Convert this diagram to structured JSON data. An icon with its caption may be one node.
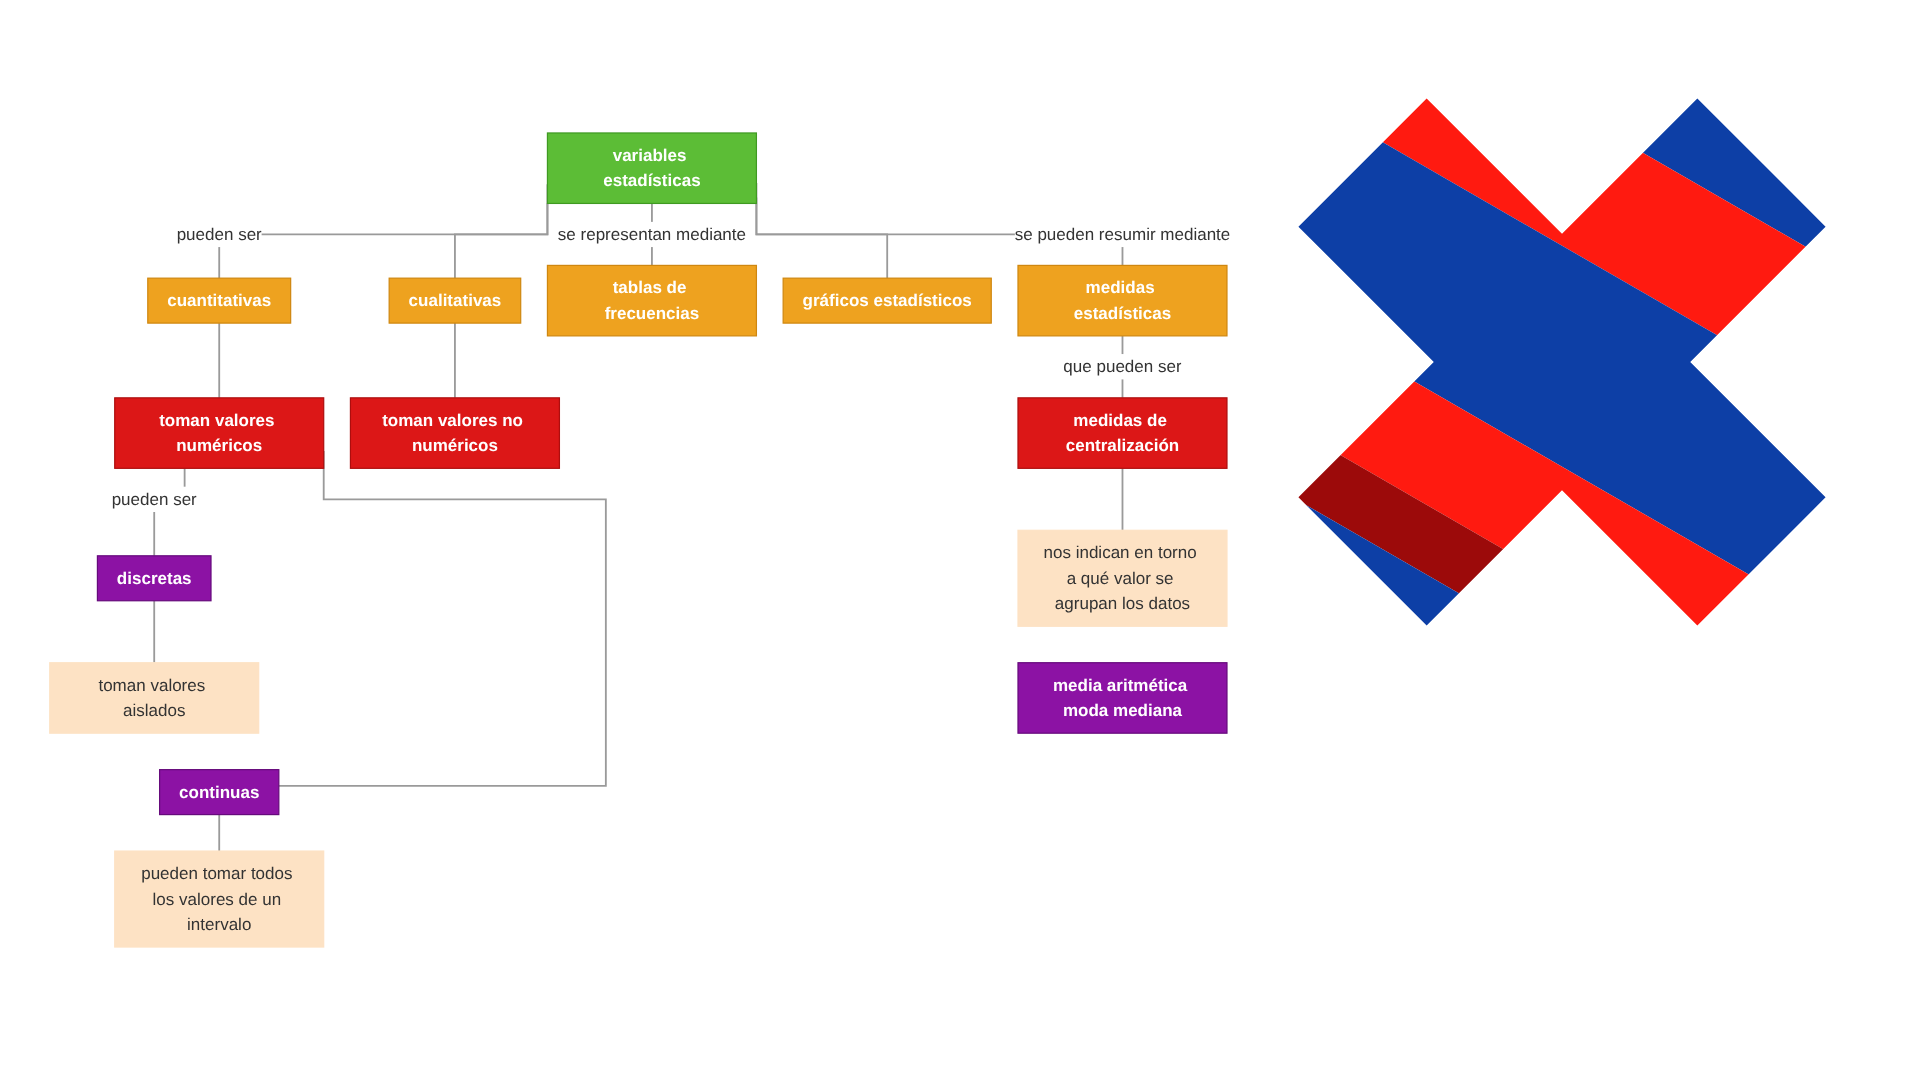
{
  "diagram": {
    "nodes": [
      {
        "text": [
          "variables estadísticas"
        ]
      },
      {
        "text": [
          "cuantitativas"
        ]
      },
      {
        "text": [
          "cualitativas"
        ]
      },
      {
        "text": [
          "tablas de frecuencias"
        ]
      },
      {
        "text": [
          "gráficos estadísticos"
        ]
      },
      {
        "text": [
          "toman valores numéricos"
        ]
      },
      {
        "text": [
          "toman valores no numéricos"
        ]
      },
      {
        "text": [
          "discretas"
        ]
      },
      {
        "text": [
          "medidas estadísticas"
        ]
      },
      {
        "text": [
          "toman valores aislados"
        ]
      },
      {
        "text": [
          "medidas de centralización"
        ]
      },
      {
        "text": [
          "continuas"
        ]
      },
      {
        "text": [
          "pueden tomar todos los valores de un intervalo"
        ]
      },
      {
        "text": [
          "nos indican en torno a qué valor se agrupan los datos"
        ]
      },
      {
        "text": [
          "media aritmética moda mediana"
        ]
      }
    ],
    "edges": [
      {
        "from": 0,
        "to": 1,
        "arrow": "none",
        "label": "pueden ser"
      },
      {
        "from": 0,
        "to": 2,
        "arrow": "none"
      },
      {
        "from": 0,
        "to": 3,
        "arrow": "none",
        "label": "se representan mediante"
      },
      {
        "from": 0,
        "to": 4,
        "arrow": "none"
      },
      {
        "from": 1,
        "to": 5,
        "arrow": "none"
      },
      {
        "from": 2,
        "to": 6,
        "arrow": "none"
      },
      {
        "from": 5,
        "to": 7,
        "arrow": "none",
        "label": "pueden ser"
      },
      {
        "from": 5,
        "to": 11,
        "arrow": "none"
      },
      {
        "from": 7,
        "to": 9,
        "arrow": "none"
      },
      {
        "from": 11,
        "to": 12,
        "arrow": "none"
      },
      {
        "from": 0,
        "to": 8,
        "arrow": "none",
        "label": "se pueden resumir mediante"
      },
      {
        "from": 8,
        "to": 10,
        "arrow": "none",
        "label": "que pueden ser"
      },
      {
        "from": 10,
        "to": 13,
        "arrow": "none"
      }
    ]
  }
}
